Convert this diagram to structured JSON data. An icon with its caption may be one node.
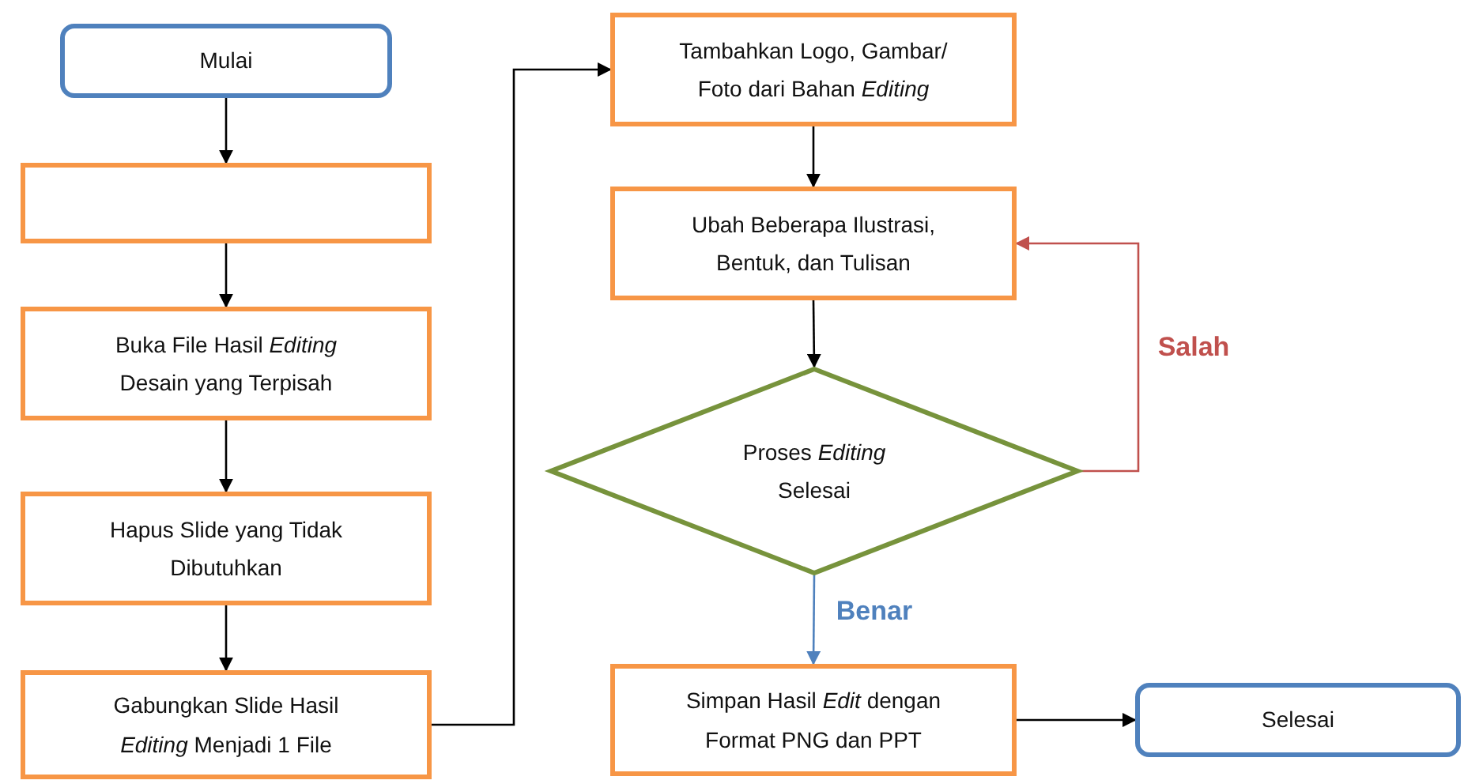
{
  "diagram": {
    "nodes": [
      {
        "text": [
          "Mulai"
        ]
      },
      {
        "text": [],
        "shape": "box"
      },
      {
        "text": [
          "Buka File Hasil *Editing* Desain yang Terpisah"
        ]
      },
      {
        "text": [
          "Hapus Slide yang Tidak Dibutuhkan"
        ]
      },
      {
        "text": [
          "Gabungkan Slide Hasil *Editing* Menjadi 1 File"
        ]
      },
      {
        "text": [
          "Tambahkan Logo, Gambar/ Foto dari Bahan *Editing*"
        ]
      },
      {
        "text": [
          "Ubah Beberapa Ilustrasi, Bentuk, dan Tulisan"
        ]
      },
      {
        "text": [
          "Proses *Editing* Selesai"
        ]
      },
      {
        "text": [
          "Simpan Hasil *Edit* dengan Format PNG dan PPT"
        ]
      },
      {
        "text": [
          "Selesai"
        ]
      }
    ],
    "edges": [
      {
        "from": 0,
        "to": 1,
        "arrow": "to"
      },
      {
        "from": 1,
        "to": 2,
        "arrow": "to"
      },
      {
        "from": 2,
        "to": 3,
        "arrow": "to"
      },
      {
        "from": 3,
        "to": 4,
        "arrow": "to"
      },
      {
        "from": 4,
        "to": 5,
        "arrow": "to"
      },
      {
        "from": 5,
        "to": 6,
        "arrow": "to"
      },
      {
        "from": 6,
        "to": 7,
        "arrow": "to"
      },
      {
        "from": 7,
        "to": 6,
        "arrow": "to",
        "label": "Salah",
        "color": "#c0504d"
      },
      {
        "from": 7,
        "to": 8,
        "arrow": "to",
        "label": "Benar",
        "color": "#4f81bd"
      },
      {
        "from": 8,
        "to": 9,
        "arrow": "to"
      }
    ]
  }
}
